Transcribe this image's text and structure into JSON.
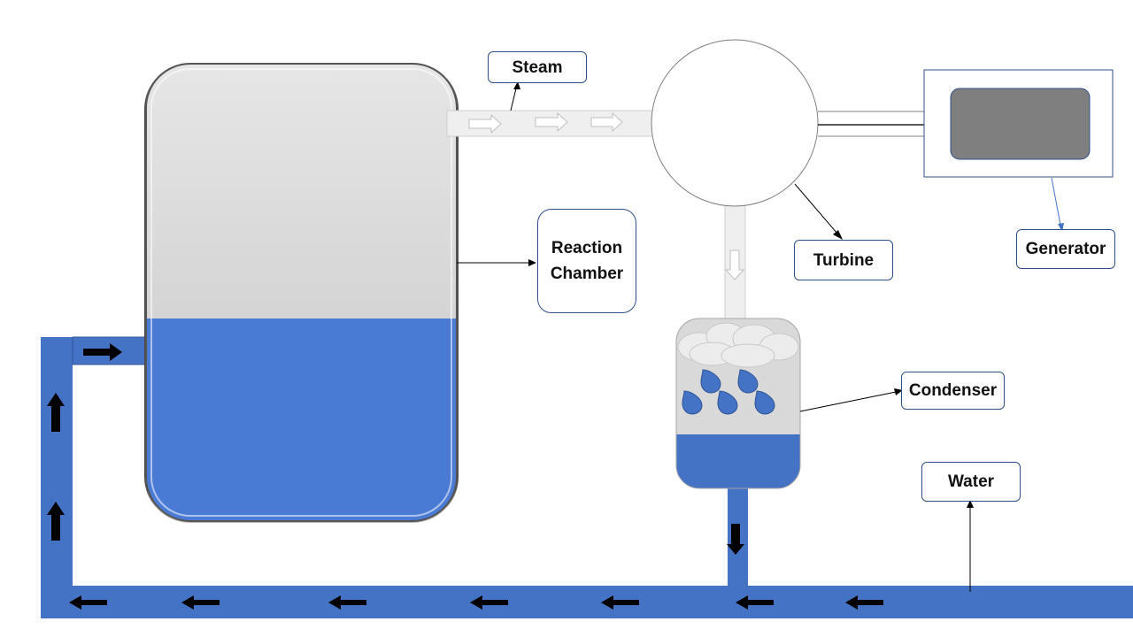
{
  "labels": {
    "steam": "Steam",
    "reaction_chamber": "Reaction\nChamber",
    "turbine": "Turbine",
    "generator": "Generator",
    "condenser": "Condenser",
    "water": "Water"
  },
  "colors": {
    "water": "#4878d0",
    "pipe_water": "#4472c4",
    "steam_pipe": "#efefef",
    "chamber_top": "#d9d9d9",
    "generator_core": "#7f7f7f",
    "flow_arrow": "#000000",
    "label_border": "#2f4f8a"
  },
  "icons": {
    "flow_arrow": "arrow-icon",
    "steam_arrow": "hollow-arrow-icon",
    "droplet": "water-drop-icon",
    "cloud": "cloud-icon"
  }
}
